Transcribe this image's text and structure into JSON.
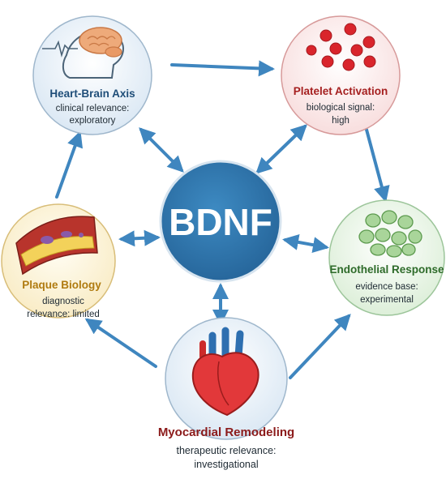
{
  "center": {
    "label": "BDNF"
  },
  "nodes": [
    {
      "id": "heart-brain",
      "title": "Heart-Brain Axis",
      "lines": [
        "clinical relevance:",
        "exploratory"
      ],
      "icon": "brain-head-ecg-icon"
    },
    {
      "id": "platelet",
      "title": "Platelet Activation",
      "lines": [
        "biological signal:",
        "high"
      ],
      "icon": "platelet-cells-icon"
    },
    {
      "id": "endothelial",
      "title": "Endothelial Response",
      "lines": [
        "evidence base:",
        "experimental"
      ],
      "icon": "endothelial-cells-icon"
    },
    {
      "id": "myocardial",
      "title": "Myocardial Remodeling",
      "lines": [
        "therapeutic relevance:",
        "investigational"
      ],
      "icon": "heart-icon"
    },
    {
      "id": "plaque",
      "title": "Plaque Biology",
      "lines": [
        "diagnostic",
        "relevance: limited"
      ],
      "icon": "artery-plaque-icon"
    }
  ],
  "colors": {
    "center": "#2f77ad",
    "arrow": "#3f86bf",
    "heart_brain_title": "#1f4e79",
    "platelet_title": "#a51f1f",
    "endothelial_title": "#2e6b2a",
    "myocardial_title": "#8b1a1a",
    "plaque_title": "#b07b10"
  }
}
